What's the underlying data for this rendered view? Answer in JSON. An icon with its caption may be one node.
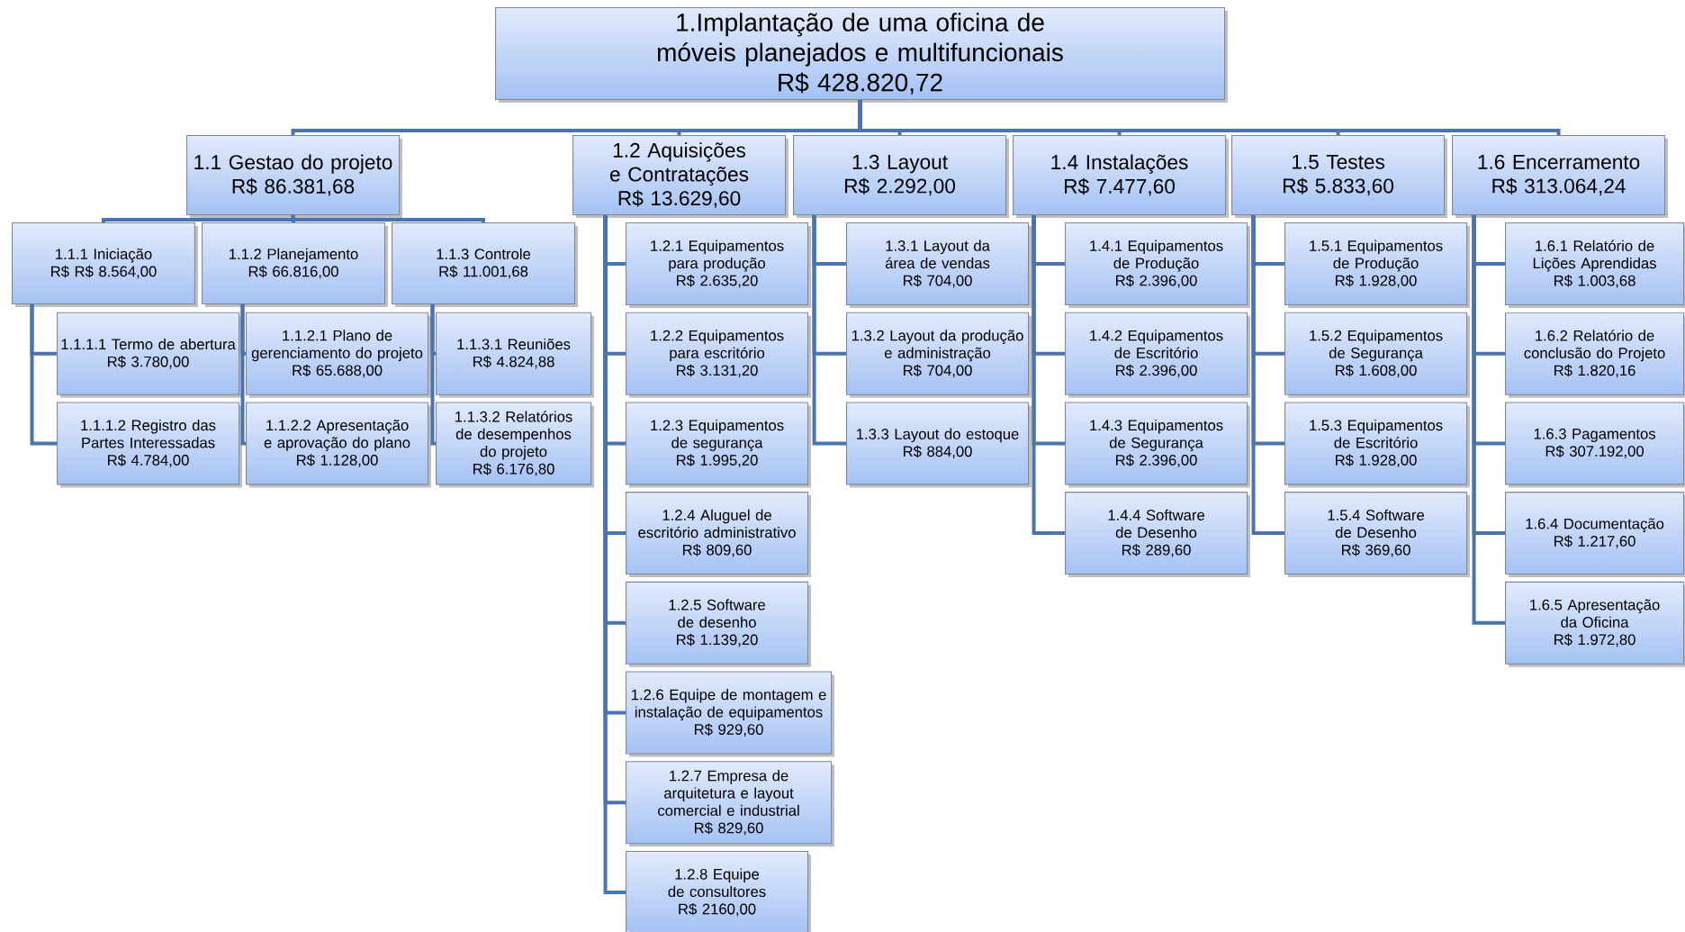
{
  "diagram": {
    "nodes": [
      {
        "text": [
          "1.Implantação de uma oficina de móveis planejados e multifuncionais",
          "R$ 428.820,72"
        ]
      },
      {
        "text": [
          "1.1 Gestao do projeto",
          "R$ 86.381,68"
        ]
      },
      {
        "text": [
          "1.2 Aquisições e Contratações",
          "R$ 13.629,60"
        ]
      },
      {
        "text": [
          "1.3 Layout",
          "R$ 2.292,00"
        ]
      },
      {
        "text": [
          "1.4 Instalações",
          "R$ 7.477,60"
        ]
      },
      {
        "text": [
          "1.5 Testes",
          "R$ 5.833,60"
        ]
      },
      {
        "text": [
          "1.6 Encerramento",
          "R$ 313.064,24"
        ]
      },
      {
        "text": [
          "1.1.1 Iniciação",
          "R$ R$ 8.564,00"
        ]
      },
      {
        "text": [
          "1.1.2 Planejamento",
          "R$ 66.816,00"
        ]
      },
      {
        "text": [
          "1.1.3 Controle",
          "R$ 11.001,68"
        ]
      },
      {
        "text": [
          "1.1.1.1 Termo de abertura",
          "R$ 3.780,00"
        ]
      },
      {
        "text": [
          "1.1.1.2 Registro das Partes Interessadas",
          "R$ 4.784,00"
        ]
      },
      {
        "text": [
          "1.1.2.1 Plano de gerenciamento do projeto",
          "R$ 65.688,00"
        ]
      },
      {
        "text": [
          "1.1.2.2 Apresentação e aprovação do plano",
          "R$ 1.128,00"
        ]
      },
      {
        "text": [
          "1.1.3.1 Reuniões",
          "R$ 4.824,88"
        ]
      },
      {
        "text": [
          "1.1.3.2 Relatórios de desempenhos do projeto",
          "R$ 6.176,80"
        ]
      },
      {
        "text": [
          "1.2.1 Equipamentos para produção",
          "R$ 2.635,20"
        ]
      },
      {
        "text": [
          "1.2.2 Equipamentos para escritório",
          "R$ 3.131,20"
        ]
      },
      {
        "text": [
          "1.2.3 Equipamentos de segurança",
          "R$ 1.995,20"
        ]
      },
      {
        "text": [
          "1.2.4 Aluguel de escritório administrativo",
          "R$ 809,60"
        ]
      },
      {
        "text": [
          "1.2.5 Software de desenho",
          "R$ 1.139,20"
        ]
      },
      {
        "text": [
          "1.2.6 Equipe de montagem e instalação de equipamentos",
          "R$ 929,60"
        ]
      },
      {
        "text": [
          "1.2.7 Empresa de arquitetura e layout comercial e industrial",
          "R$ 829,60"
        ]
      },
      {
        "text": [
          "1.2.8 Equipe de consultores",
          "R$ 2160,00"
        ]
      },
      {
        "text": [
          "1.3.1 Layout da área de vendas",
          "R$ 704,00"
        ]
      },
      {
        "text": [
          "1.3.2 Layout da produção e administração",
          "R$ 704,00"
        ]
      },
      {
        "text": [
          "1.3.3 Layout do estoque",
          "R$ 884,00"
        ]
      },
      {
        "text": [
          "1.4.1 Equipamentos de Produção",
          "R$ 2.396,00"
        ]
      },
      {
        "text": [
          "1.4.2 Equipamentos de Escritório",
          "R$ 2.396,00"
        ]
      },
      {
        "text": [
          "1.4.3 Equipamentos de Segurança",
          "R$ 2.396,00"
        ]
      },
      {
        "text": [
          "1.4.4 Software de Desenho",
          "R$ 289,60"
        ]
      },
      {
        "text": [
          "1.5.1 Equipamentos de Produção",
          "R$ 1.928,00"
        ]
      },
      {
        "text": [
          "1.5.2 Equipamentos de Segurança",
          "R$ 1.608,00"
        ]
      },
      {
        "text": [
          "1.5.3 Equipamentos de Escritório",
          "R$ 1.928,00"
        ]
      },
      {
        "text": [
          "1.5.4 Software de Desenho",
          "R$ 369,60"
        ]
      },
      {
        "text": [
          "1.6.1 Relatório de Lições Aprendidas",
          "R$ 1.003,68"
        ]
      },
      {
        "text": [
          "1.6.2 Relatório de conclusão do Projeto",
          "R$ 1.820,16"
        ]
      },
      {
        "text": [
          "1.6.3 Pagamentos",
          "R$ 307.192,00"
        ]
      },
      {
        "text": [
          "1.6.4 Documentação",
          "R$ 1.217,60"
        ]
      },
      {
        "text": [
          "1.6.5 Apresentação da Oficina",
          "R$ 1.972,80"
        ]
      }
    ],
    "edges": [
      {
        "from": 0,
        "to": 1,
        "arrow": "none"
      },
      {
        "from": 0,
        "to": 2,
        "arrow": "none"
      },
      {
        "from": 0,
        "to": 3,
        "arrow": "none"
      },
      {
        "from": 0,
        "to": 4,
        "arrow": "none"
      },
      {
        "from": 0,
        "to": 5,
        "arrow": "none"
      },
      {
        "from": 0,
        "to": 6,
        "arrow": "none"
      },
      {
        "from": 1,
        "to": 7,
        "arrow": "none"
      },
      {
        "from": 1,
        "to": 8,
        "arrow": "none"
      },
      {
        "from": 1,
        "to": 9,
        "arrow": "none"
      },
      {
        "from": 7,
        "to": 10,
        "arrow": "none"
      },
      {
        "from": 7,
        "to": 11,
        "arrow": "none"
      },
      {
        "from": 8,
        "to": 12,
        "arrow": "none"
      },
      {
        "from": 8,
        "to": 13,
        "arrow": "none"
      },
      {
        "from": 9,
        "to": 14,
        "arrow": "none"
      },
      {
        "from": 9,
        "to": 15,
        "arrow": "none"
      },
      {
        "from": 2,
        "to": 16,
        "arrow": "none"
      },
      {
        "from": 2,
        "to": 17,
        "arrow": "none"
      },
      {
        "from": 2,
        "to": 18,
        "arrow": "none"
      },
      {
        "from": 2,
        "to": 19,
        "arrow": "none"
      },
      {
        "from": 2,
        "to": 20,
        "arrow": "none"
      },
      {
        "from": 2,
        "to": 21,
        "arrow": "none"
      },
      {
        "from": 2,
        "to": 22,
        "arrow": "none"
      },
      {
        "from": 2,
        "to": 23,
        "arrow": "none"
      },
      {
        "from": 3,
        "to": 24,
        "arrow": "none"
      },
      {
        "from": 3,
        "to": 25,
        "arrow": "none"
      },
      {
        "from": 3,
        "to": 26,
        "arrow": "none"
      },
      {
        "from": 4,
        "to": 27,
        "arrow": "none"
      },
      {
        "from": 4,
        "to": 28,
        "arrow": "none"
      },
      {
        "from": 4,
        "to": 29,
        "arrow": "none"
      },
      {
        "from": 4,
        "to": 30,
        "arrow": "none"
      },
      {
        "from": 5,
        "to": 31,
        "arrow": "none"
      },
      {
        "from": 5,
        "to": 32,
        "arrow": "none"
      },
      {
        "from": 5,
        "to": 33,
        "arrow": "none"
      },
      {
        "from": 5,
        "to": 34,
        "arrow": "none"
      },
      {
        "from": 6,
        "to": 35,
        "arrow": "none"
      },
      {
        "from": 6,
        "to": 36,
        "arrow": "none"
      },
      {
        "from": 6,
        "to": 37,
        "arrow": "none"
      },
      {
        "from": 6,
        "to": 38,
        "arrow": "none"
      },
      {
        "from": 6,
        "to": 39,
        "arrow": "none"
      }
    ]
  }
}
